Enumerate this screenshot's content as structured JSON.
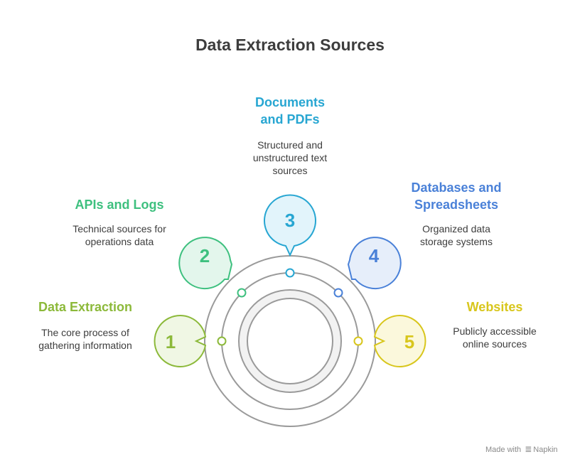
{
  "title": "Data Extraction Sources",
  "items": [
    {
      "number": "1",
      "label": "Data Extraction",
      "description": "The core process of gathering information",
      "color": "#8cb93a",
      "fill": "#f0f7e4"
    },
    {
      "number": "2",
      "label": "APIs and Logs",
      "description": "Technical sources for operations data",
      "color": "#3ec07f",
      "fill": "#e3f6ec"
    },
    {
      "number": "3",
      "label": "Documents and PDFs",
      "description": "Structured and unstructured text sources",
      "color": "#27a6d2",
      "fill": "#e2f4fb"
    },
    {
      "number": "4",
      "label": "Databases and Spreadsheets",
      "description": "Organized data storage systems",
      "color": "#4a81d8",
      "fill": "#e6eefa"
    },
    {
      "number": "5",
      "label": "Websites",
      "description": "Publicly accessible online sources",
      "color": "#d8c61c",
      "fill": "#fbf8dc"
    }
  ],
  "footer": {
    "made_with": "Made with",
    "brand": "Napkin"
  }
}
